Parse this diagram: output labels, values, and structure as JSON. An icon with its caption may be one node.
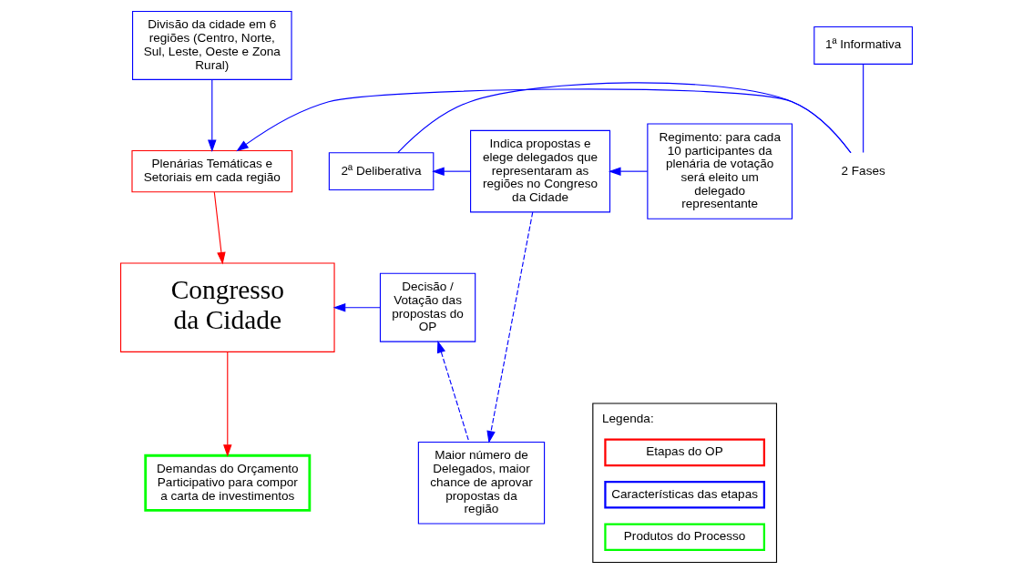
{
  "diagram": {
    "nodes": [
      {
        "text": [
          "Divisão da cidade em 6 regiões (Centro, Norte, Sul, Leste, Oeste e Zona Rural)"
        ]
      },
      {
        "text": [
          "Plenárias Temáticas e Setoriais em cada região"
        ]
      },
      {
        "text": [
          "2 Fases"
        ]
      },
      {
        "text": [
          "1ª Informativa"
        ]
      },
      {
        "text": [
          "2ª Deliberativa"
        ]
      },
      {
        "text": [
          "Indica propostas e elege delegados que representaram as regiões no Congreso da Cidade"
        ]
      },
      {
        "text": [
          "Regimento: para cada 10 participantes da plenária de votação será eleito um delegado representante"
        ]
      },
      {
        "text": [
          "Congresso da Cidade"
        ]
      },
      {
        "text": [
          "Decisão / Votação das propostas do OP"
        ]
      },
      {
        "text": [
          "Maior número de Delegados, maior chance de aprovar propostas da região"
        ]
      },
      {
        "text": [
          "Demandas do Orçamento Participativo para compor a carta de investimentos"
        ]
      }
    ],
    "edges": [
      {
        "from": 0,
        "to": 1,
        "arrow": "to"
      },
      {
        "from": 3,
        "to": 2,
        "arrow": "none"
      },
      {
        "from": 4,
        "to": 2,
        "arrow": "none"
      },
      {
        "from": 2,
        "to": 1,
        "arrow": "to"
      },
      {
        "from": 5,
        "to": 4,
        "arrow": "to"
      },
      {
        "from": 6,
        "to": 5,
        "arrow": "to"
      },
      {
        "from": 1,
        "to": 7,
        "arrow": "to",
        "color": "#ff0000"
      },
      {
        "from": 8,
        "to": 7,
        "arrow": "to"
      },
      {
        "from": 5,
        "to": 9,
        "arrow": "to",
        "style": "dashed"
      },
      {
        "from": 9,
        "to": 8,
        "arrow": "to",
        "style": "dashed"
      },
      {
        "from": 7,
        "to": 10,
        "arrow": "to",
        "color": "#ff0000"
      }
    ],
    "labels": [
      "Legenda:"
    ],
    "legend": [
      {
        "text": "Etapas do OP",
        "color": "#ff0000"
      },
      {
        "text": "Características das etapas",
        "color": "#0000ff"
      },
      {
        "text": "Produtos do Processo",
        "color": "#00ff00"
      }
    ]
  }
}
